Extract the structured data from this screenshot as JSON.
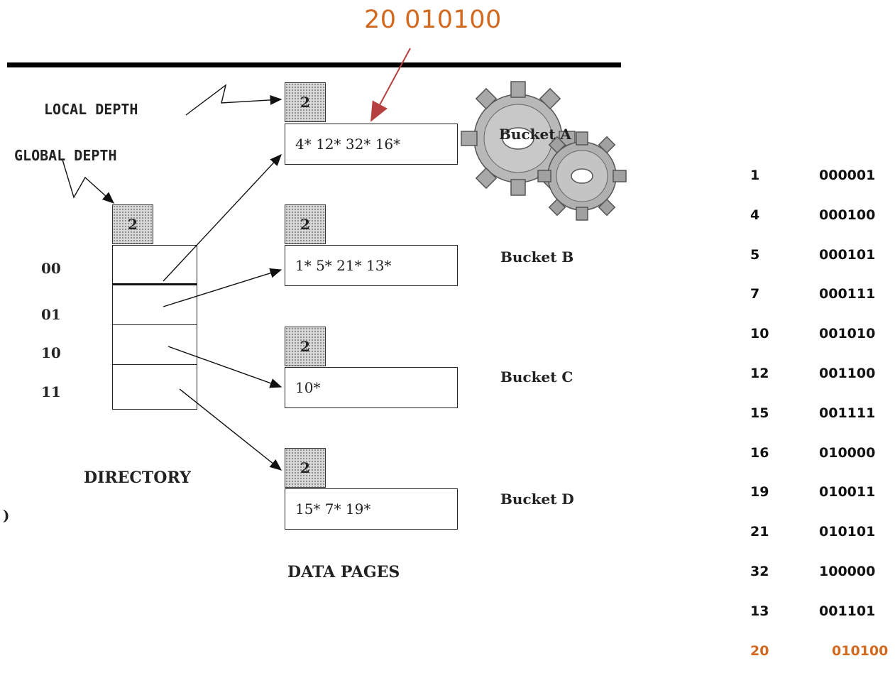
{
  "insert_key_label": "20 010100",
  "labels": {
    "local_depth": "LOCAL DEPTH",
    "global_depth": "GLOBAL DEPTH",
    "directory": "DIRECTORY",
    "data_pages": "DATA PAGES",
    "stray_mark": ")"
  },
  "global_depth_value": "2",
  "directory_entries": [
    "00",
    "01",
    "10",
    "11"
  ],
  "buckets": [
    {
      "name": "Bucket A",
      "local_depth": "2",
      "entries": "4*   12*   32* 16*"
    },
    {
      "name": "Bucket B",
      "local_depth": "2",
      "entries": "1*     5*   21*  13*"
    },
    {
      "name": "Bucket C",
      "local_depth": "2",
      "entries": "10*"
    },
    {
      "name": "Bucket D",
      "local_depth": "2",
      "entries": "15*   7*   19*"
    }
  ],
  "binary_table": [
    {
      "key": "1",
      "bits": "000001"
    },
    {
      "key": "4",
      "bits": "000100"
    },
    {
      "key": "5",
      "bits": "000101"
    },
    {
      "key": "7",
      "bits": "000111"
    },
    {
      "key": "10",
      "bits": "001010"
    },
    {
      "key": "12",
      "bits": "001100"
    },
    {
      "key": "15",
      "bits": "001111"
    },
    {
      "key": "16",
      "bits": "010000"
    },
    {
      "key": "19",
      "bits": "010011"
    },
    {
      "key": "21",
      "bits": "010101"
    },
    {
      "key": "32",
      "bits": "100000"
    },
    {
      "key": "13",
      "bits": "001101"
    },
    {
      "key": "20",
      "bits": "010100",
      "highlight": true
    }
  ],
  "colors": {
    "accent": "#d2691e",
    "arrow_red": "#b5403f"
  },
  "icons": [
    "gears-icon"
  ]
}
